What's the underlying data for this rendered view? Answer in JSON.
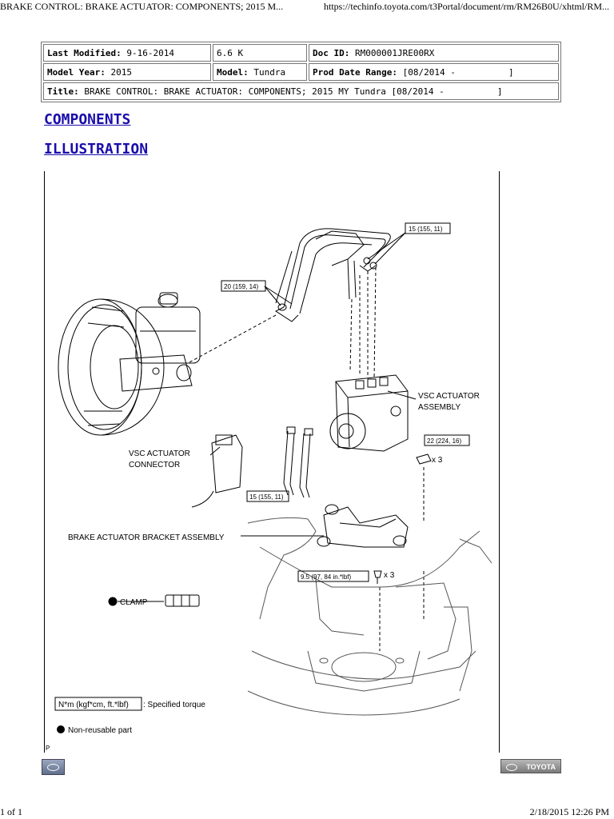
{
  "print_header": {
    "title": "BRAKE CONTROL: BRAKE ACTUATOR: COMPONENTS; 2015 M...",
    "url": "https://techinfo.toyota.com/t3Portal/document/rm/RM26B0U/xhtml/RM..."
  },
  "meta": {
    "last_modified_label": "Last Modified:",
    "last_modified": "9-16-2014",
    "version": "6.6 K",
    "doc_id_label": "Doc ID:",
    "doc_id": "RM000001JRE00RX",
    "model_year_label": "Model Year:",
    "model_year": "2015",
    "model_label": "Model:",
    "model": "Tundra",
    "prod_date_label": "Prod Date Range:",
    "prod_date": "[08/2014 -          ]",
    "title_label": "Title:",
    "title": "BRAKE CONTROL: BRAKE ACTUATOR: COMPONENTS; 2015 MY Tundra [08/2014 -          ]"
  },
  "headings": {
    "components": "COMPONENTS",
    "illustration": "ILLUSTRATION"
  },
  "figure": {
    "torque_top_right": "15 (155, 11)",
    "torque_top_left": "20 (159, 14)",
    "vsc_actuator_assembly_1": "VSC ACTUATOR",
    "vsc_actuator_assembly_2": "ASSEMBLY",
    "vsc_actuator_connector_1": "VSC ACTUATOR",
    "vsc_actuator_connector_2": "CONNECTOR",
    "torque_nut": "22 (224, 16)",
    "qty_nut": "x 3",
    "torque_lines": "15 (155, 11)",
    "bracket_label": "BRAKE ACTUATOR BRACKET ASSEMBLY",
    "torque_bolt": "9.5 (97, 84 in.*lbf)",
    "qty_bolt": "x 3",
    "clamp_label": "CLAMP",
    "legend_unit": "N*m (kgf*cm, ft.*lbf)",
    "legend_unit_desc": ": Specified torque",
    "legend_nonreusable": "Non-reusable part",
    "corner_mark": "P"
  },
  "logos": {
    "right_text": "TOYOTA"
  },
  "print_footer": {
    "page": "1 of 1",
    "timestamp": "2/18/2015 12:26 PM"
  }
}
